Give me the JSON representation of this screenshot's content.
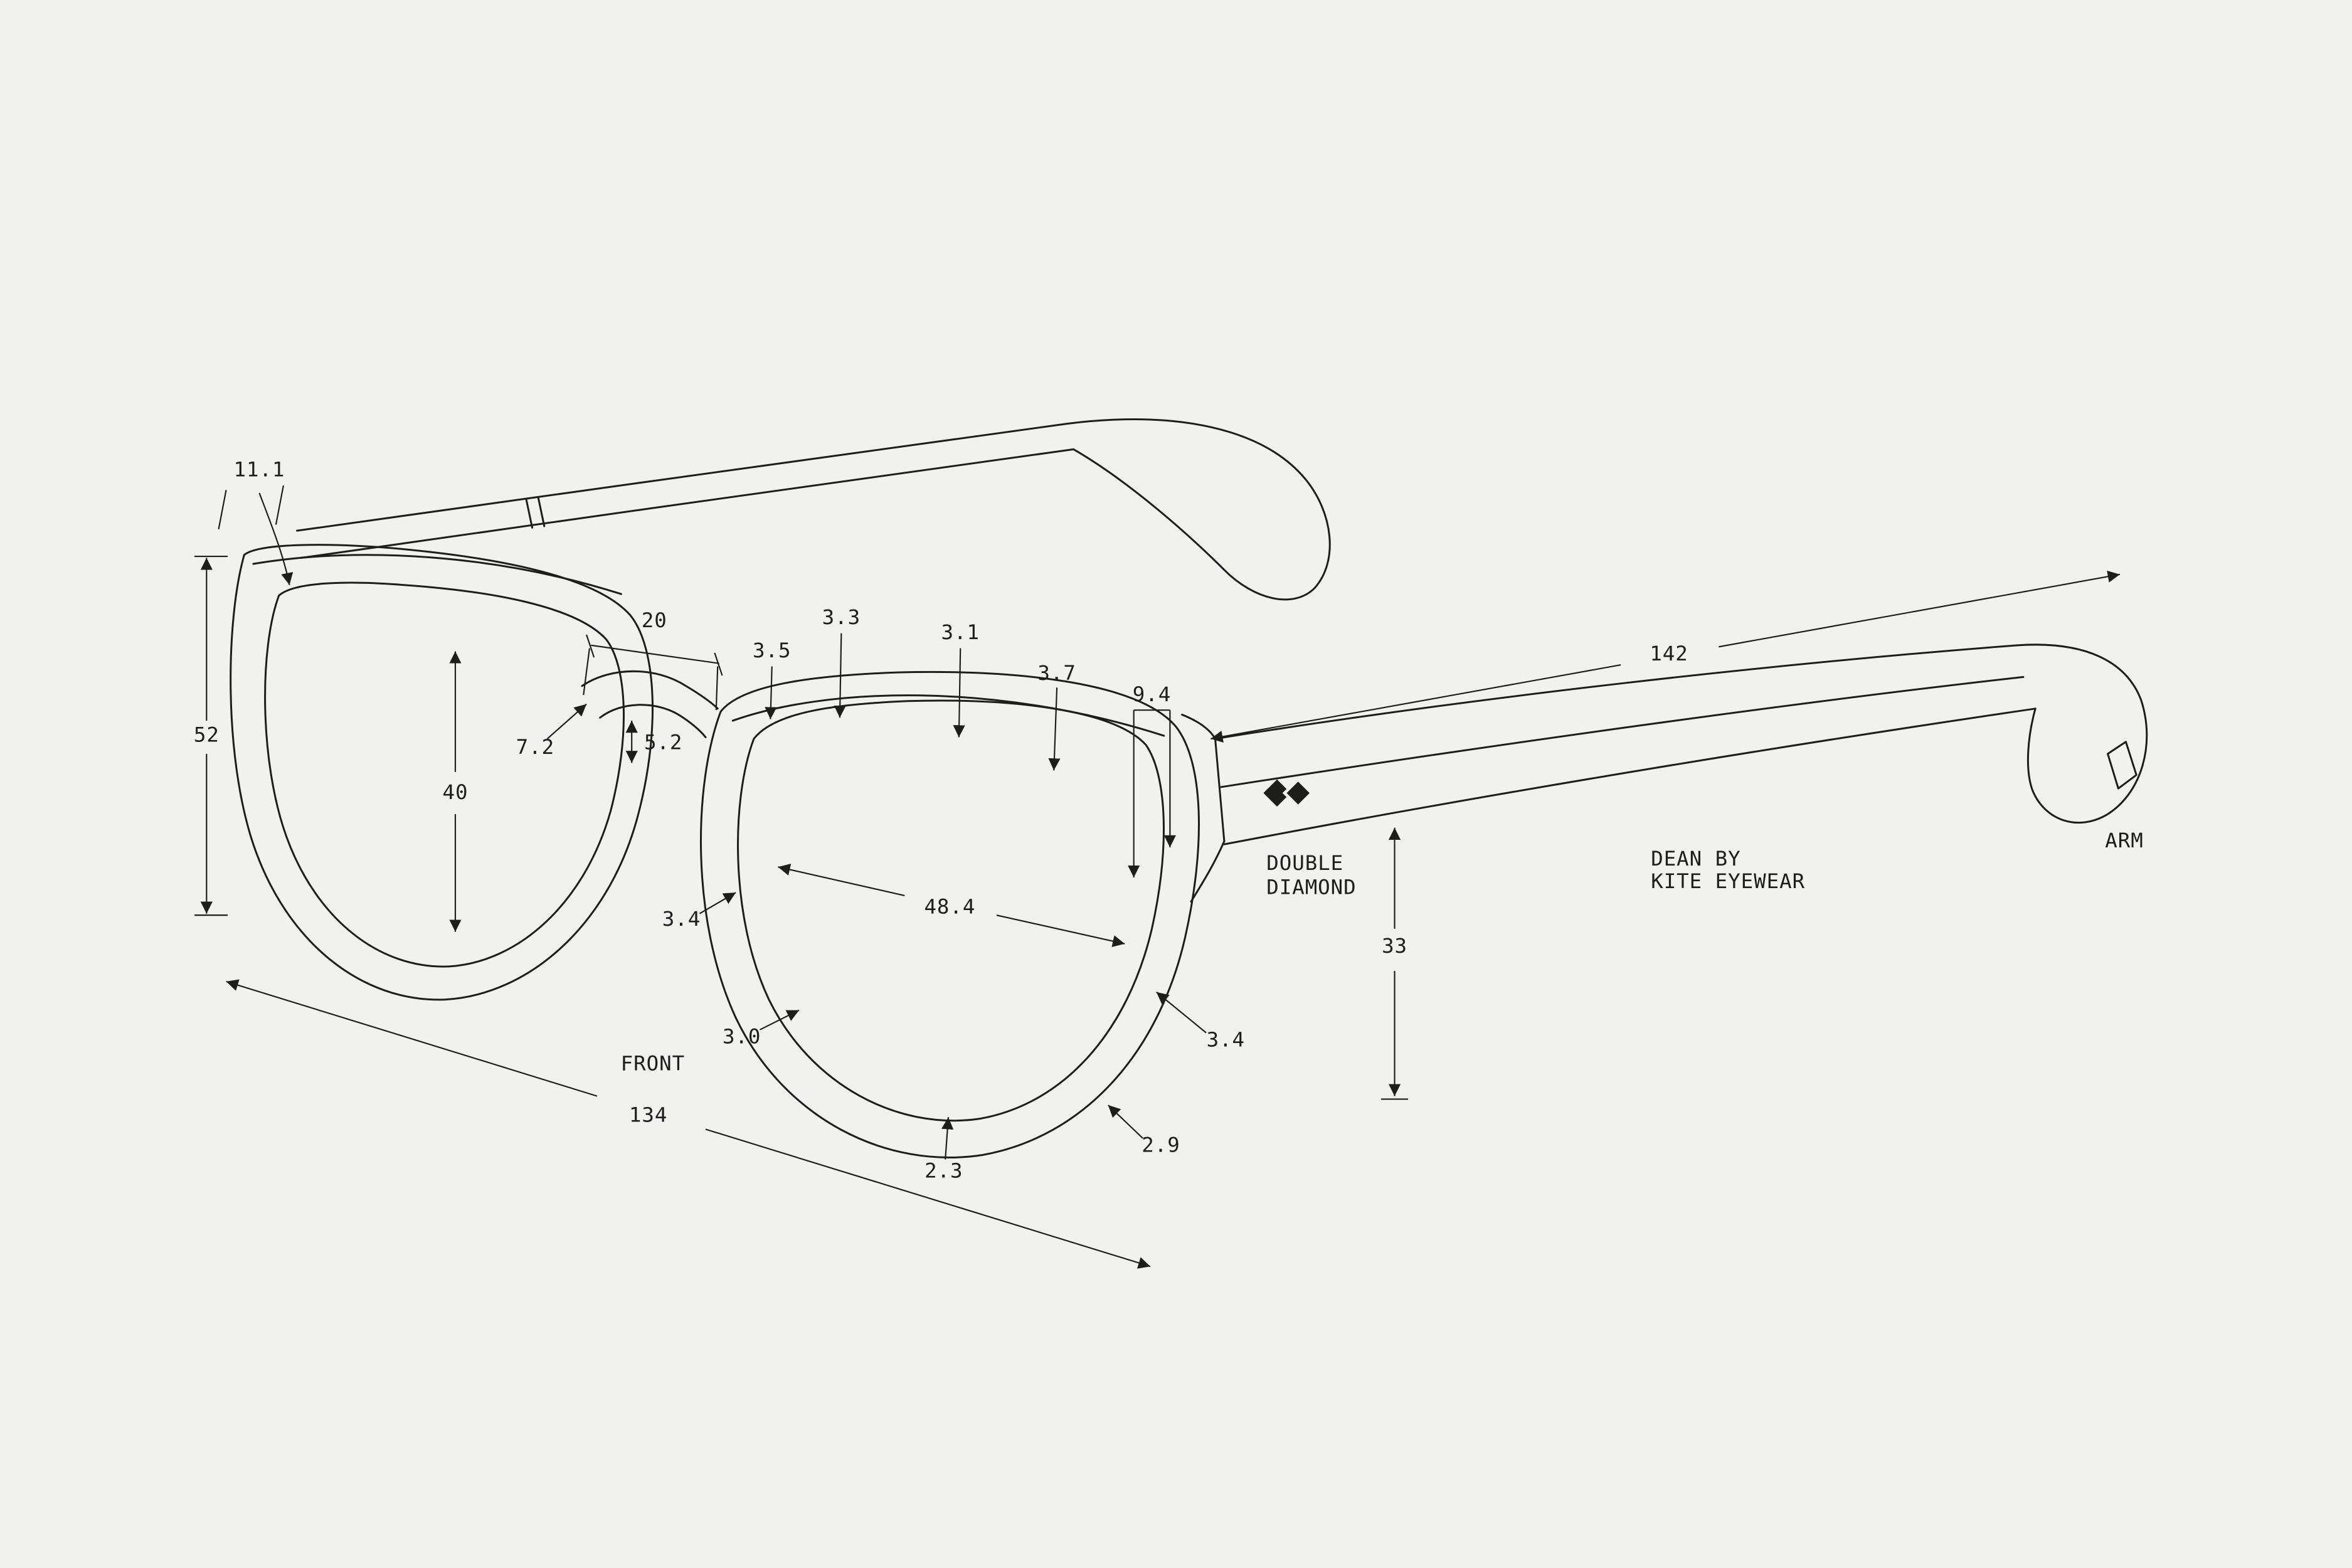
{
  "colors": {
    "background": "#f1f1ef",
    "line": "#1d1d1b"
  },
  "labels": {
    "front": "FRONT",
    "arm": "ARM",
    "brand": {
      "line1": "DOUBLE",
      "line2": "DIAMOND"
    },
    "model": {
      "line1": "DEAN BY",
      "line2": "KITE EYEWEAR"
    }
  },
  "dimensions": {
    "top_rim": "11.1",
    "lens_height": "52",
    "lens_inner_height": "40",
    "bridge_width": "20",
    "bridge_upper": "7.2",
    "bridge_thickness": "5.2",
    "rim_top_1": "3.5",
    "rim_top_2": "3.3",
    "rim_top_3": "3.1",
    "rim_top_4": "3.7",
    "endpiece_width": "9.4",
    "lens_width": "48.4",
    "rim_left": "3.4",
    "rim_bottom_left": "3.0",
    "rim_bottom": "2.3",
    "rim_bottom_right": "2.9",
    "rim_right": "3.4",
    "frame_depth": "33",
    "temple_length": "142",
    "front_width": "134"
  }
}
